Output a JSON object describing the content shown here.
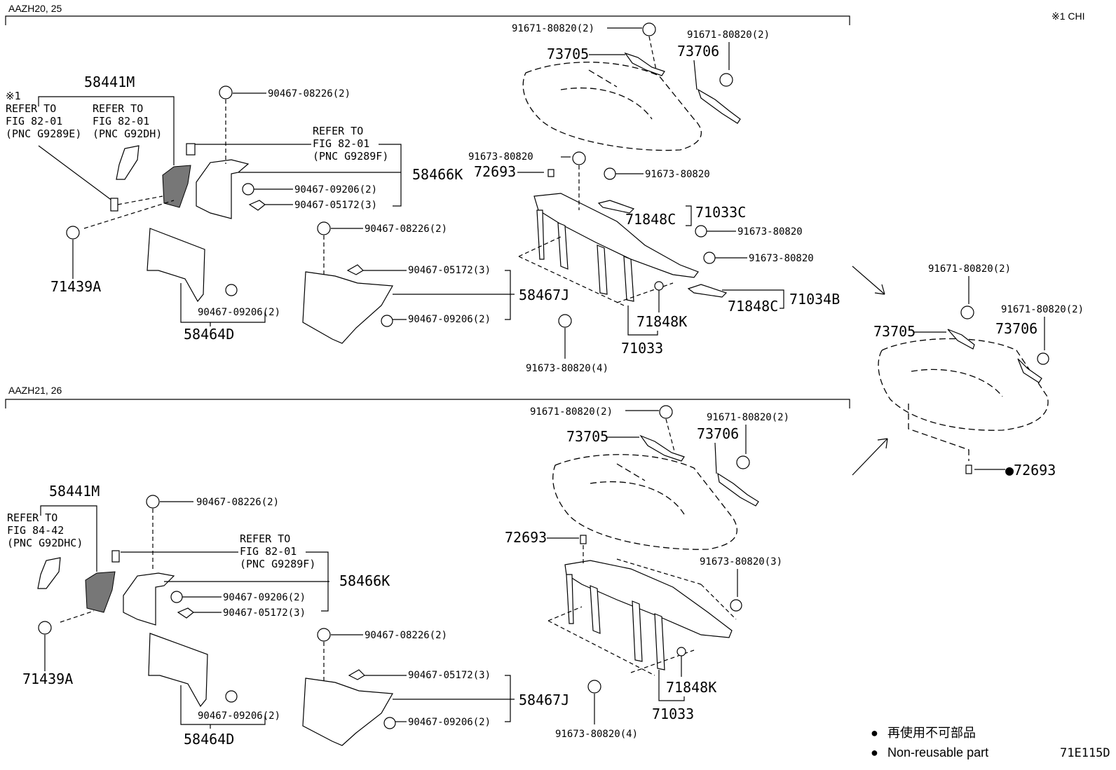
{
  "header": {
    "top_variant": "AAZH20, 25",
    "bottom_variant": "AAZH21, 26",
    "note": "※1 CHI",
    "note_mark": "※1",
    "diagram_id": "71E115D"
  },
  "refs": {
    "t1": {
      "l1": "REFER TO",
      "l2": "FIG 82-01",
      "l3": "(PNC G9289E)"
    },
    "t2": {
      "l1": "REFER TO",
      "l2": "FIG 82-01",
      "l3": "(PNC G92DH)"
    },
    "t3": {
      "l1": "REFER TO",
      "l2": "FIG 82-01",
      "l3": "(PNC G9289F)"
    },
    "b1": {
      "l1": "REFER TO",
      "l2": "FIG 84-42",
      "l3": "(PNC G92DHC)"
    },
    "b3": {
      "l1": "REFER TO",
      "l2": "FIG 82-01",
      "l3": "(PNC G9289F)"
    }
  },
  "parts": {
    "p58441m": "58441M",
    "p58466k": "58466K",
    "p58467j": "58467J",
    "p58464d": "58464D",
    "p71439a": "71439A",
    "p73705": "73705",
    "p73706": "73706",
    "p72693": "72693",
    "p71033": "71033",
    "p71033c": "71033C",
    "p71034b": "71034B",
    "p71848c": "71848C",
    "p71848k": "71848K",
    "f9167180820_2": "91671-80820(2)",
    "f9167380820": "91673-80820",
    "f9167380820_3": "91673-80820(3)",
    "f9167380820_4": "91673-80820(4)",
    "f9046708226_2": "90467-08226(2)",
    "f9046709206_2": "90467-09206(2)",
    "f9046705172_3": "90467-05172(3)"
  },
  "legend": {
    "bullet": "●",
    "jp": "再使用不可部品",
    "en": "Non-reusable part",
    "marker_part": "●72693"
  }
}
